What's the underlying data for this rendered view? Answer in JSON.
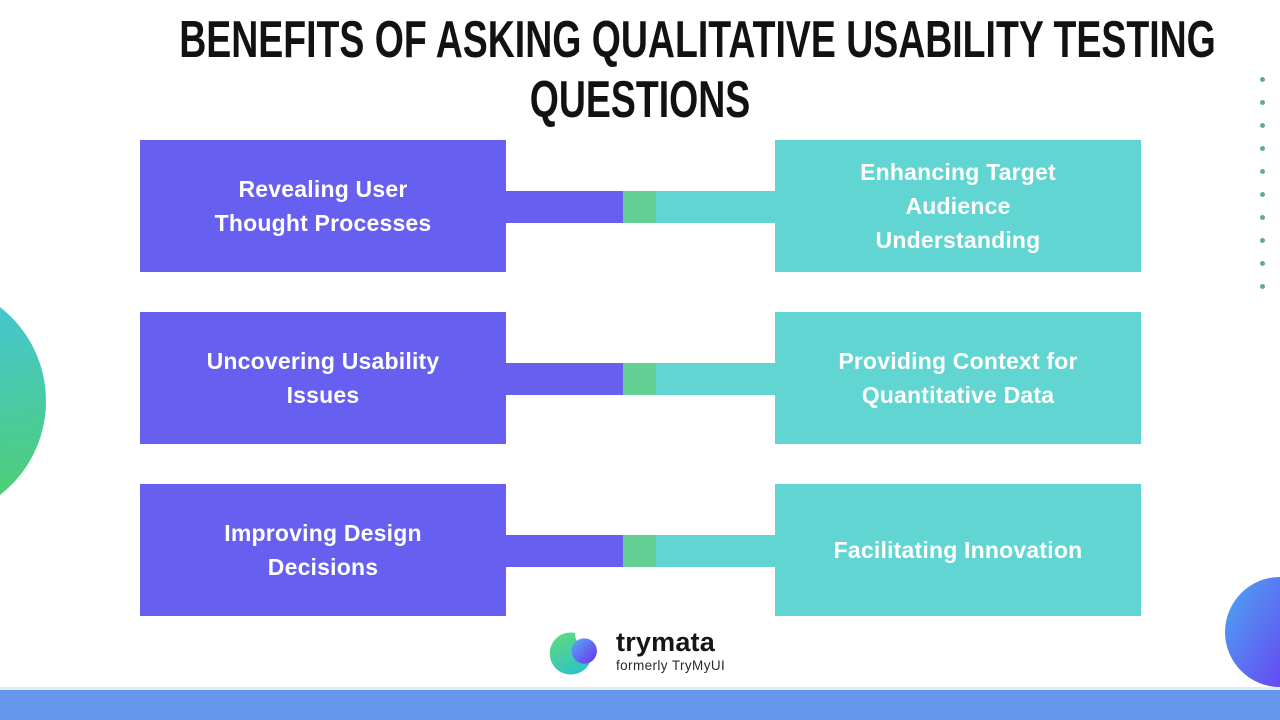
{
  "title": {
    "line1": "BENEFITS OF ASKING QUALITATIVE USABILITY TESTING",
    "line2": "QUESTIONS"
  },
  "rows": [
    {
      "left_lines": [
        "Revealing User",
        "Thought Processes"
      ],
      "right_lines": [
        "Enhancing Target",
        "Audience",
        "Understanding"
      ]
    },
    {
      "left_lines": [
        "Uncovering Usability",
        "Issues"
      ],
      "right_lines": [
        "Providing Context for",
        "Quantitative Data"
      ]
    },
    {
      "left_lines": [
        "Improving Design",
        "Decisions"
      ],
      "right_lines": [
        "Facilitating Innovation"
      ]
    }
  ],
  "logo": {
    "name": "trymata",
    "tagline": "formerly TryMyUI"
  },
  "colors": {
    "purple": "#675ff0",
    "teal": "#60d5d2",
    "green": "#63cf92",
    "bar": "#6797ec",
    "dot": "#5fae91"
  }
}
